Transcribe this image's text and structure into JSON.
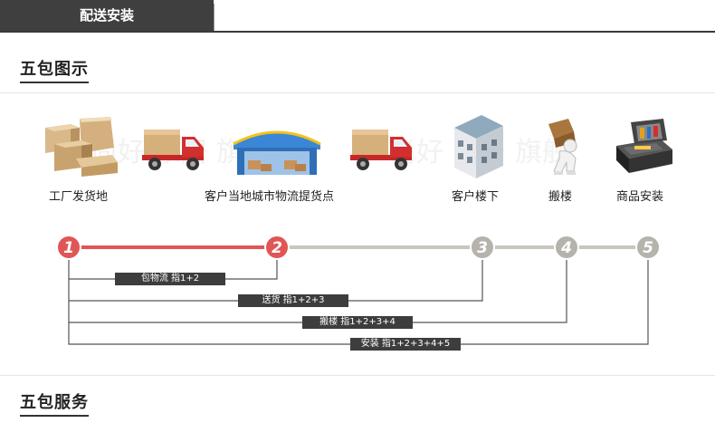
{
  "tabs": {
    "active_label": "配送安装"
  },
  "section1": {
    "title": "五包图示"
  },
  "section2": {
    "title": "五包服务"
  },
  "stations": [
    {
      "label": "工厂发货地",
      "icon": "boxes-icon"
    },
    {
      "label": "",
      "icon": "delivery-truck-icon"
    },
    {
      "label": "客户当地城市物流提货点",
      "icon": "warehouse-icon"
    },
    {
      "label": "",
      "icon": "delivery-truck-icon"
    },
    {
      "label": "客户楼下",
      "icon": "building-icon"
    },
    {
      "label": "搬楼",
      "icon": "carrying-person-icon"
    },
    {
      "label": "商品安装",
      "icon": "toolbox-icon"
    }
  ],
  "steps": [
    "1",
    "2",
    "3",
    "4",
    "5"
  ],
  "brackets": [
    {
      "label": "包物流  指1+2"
    },
    {
      "label": "送货  指1+2+3"
    },
    {
      "label": "搬楼  指1+2+3+4"
    },
    {
      "label": "安装  指1+2+3+4+5"
    }
  ],
  "colors": {
    "active": "#e05656",
    "inactive": "#c8c6bd",
    "dark": "#3d3d3d"
  }
}
